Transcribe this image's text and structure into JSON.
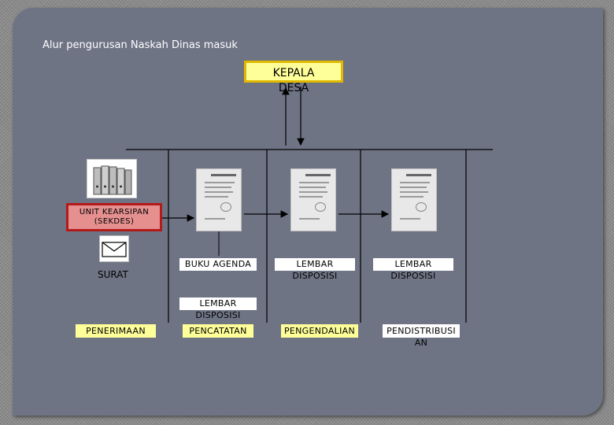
{
  "title": "Alur pengurusan Naskah Dinas masuk",
  "kepala": {
    "line1": "KEPALA",
    "line2": "DESA"
  },
  "unit_kearsipan": {
    "line1": "UNIT KEARSIPAN",
    "line2": "(SEKDES)"
  },
  "surat": "SURAT",
  "buku_agenda": "BUKU AGENDA",
  "lembar_disposisi_1": {
    "line1": "LEMBAR",
    "line2": "DISPOSISI"
  },
  "lembar_disposisi_2": {
    "line1": "LEMBAR",
    "line2": "DISPOSISI"
  },
  "lembar_disposisi_3": {
    "line1": "LEMBAR",
    "line2": "DISPOSISI"
  },
  "stages": {
    "penerimaan": "PENERIMAAN",
    "pencatatan": "PENCATATAN",
    "pengendalian": "PENGENDALIAN",
    "pendistribusian": {
      "line1": "PENDISTRIBUSI",
      "line2": "AN"
    }
  },
  "icons": {
    "binders": "binders-icon",
    "mail": "envelope-icon",
    "document": "document-icon"
  },
  "colors": {
    "background": "#6f7485",
    "label_box": "#ffff99",
    "unit_box": "#e58f8f",
    "unit_border": "#b31a1a"
  }
}
